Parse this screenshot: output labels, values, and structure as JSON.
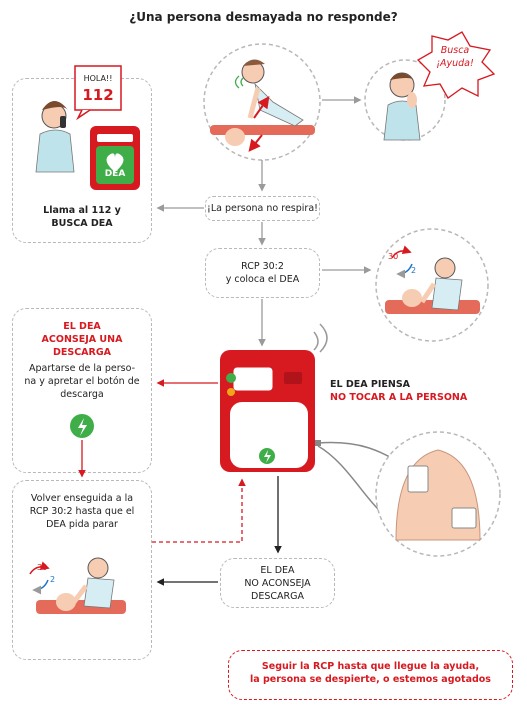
{
  "title": "¿Una persona desmayada no responde?",
  "bubble": {
    "line1": "Busca",
    "line2": "¡Ayuda!"
  },
  "phone_bubble": {
    "hola": "HOLA!!",
    "number": "112"
  },
  "call_box": {
    "line1": "Llama al 112 y",
    "line2": "BUSCA DEA",
    "aed_label": "DEA"
  },
  "no_breath": "¡La persona no respira!",
  "rcp_box": {
    "line1": "RCP 30:2",
    "line2": "y coloca el DEA"
  },
  "compression": {
    "count_a": "30",
    "count_b": "2"
  },
  "shock_box": {
    "title1": "EL DEA",
    "title2": "ACONSEJA UNA",
    "title3": "DESCARGA",
    "line1": "Apartarse de la perso-",
    "line2": "na y apretar el botón de",
    "line3": "descarga"
  },
  "aed_thinks": {
    "line1": "EL DEA PIENSA",
    "line2": "NO TOCAR A LA PERSONA"
  },
  "resume_box": {
    "line1": "Volver enseguida a la",
    "line2": "RCP 30:2 hasta que el",
    "line3": "DEA pida parar"
  },
  "no_shock_box": {
    "line1": "EL DEA",
    "line2": "NO ACONSEJA",
    "line3": "DESCARGA"
  },
  "final_box": {
    "line1": "Seguir la RCP hasta que llegue la ayuda,",
    "line2": "la persona se despierte, o estemos agotados"
  },
  "colors": {
    "accent": "#d71920",
    "aed_green": "#3fae49",
    "dash": "#b8b8b8",
    "skin": "#f6cdb3",
    "shirt": "#bfe3ea"
  }
}
